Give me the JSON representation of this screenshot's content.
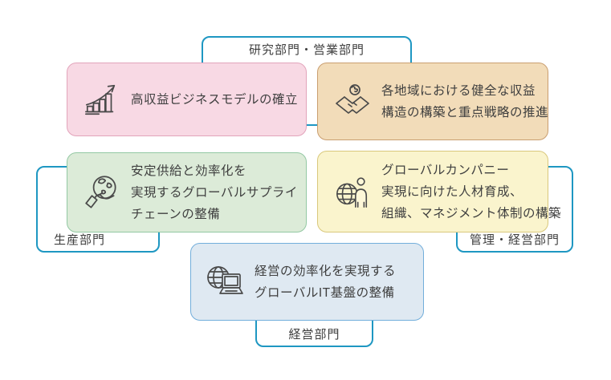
{
  "diagram": {
    "groups": [
      {
        "id": "research-sales",
        "label": "研究部門・営業部門"
      },
      {
        "id": "production",
        "label": "生産部門"
      },
      {
        "id": "admin-management",
        "label": "管理・経営部門"
      },
      {
        "id": "management",
        "label": "経営部門"
      }
    ],
    "cards": [
      {
        "id": "high-profit-model",
        "icon": "growth-chart-icon",
        "lines": [
          "高収益ビジネスモデルの確立"
        ],
        "bg": "#f8d9e4",
        "border": "#e2a4bb"
      },
      {
        "id": "regional-profit",
        "icon": "handshake-globe-icon",
        "lines": [
          "各地域における健全な収益",
          "構造の構築と重点戦略の推進"
        ],
        "bg": "#f2dcb9",
        "border": "#c99e70"
      },
      {
        "id": "supply-chain",
        "icon": "globe-hand-icon",
        "lines": [
          "安定供給と効率化を",
          "実現するグローバルサプライ",
          "チェーンの整備"
        ],
        "bg": "#dcebd8",
        "border": "#93c8a3"
      },
      {
        "id": "global-company",
        "icon": "globe-person-icon",
        "lines": [
          "グローバルカンパニー",
          "実現に向けた人材育成、",
          "組織、マネジメント体制の構築"
        ],
        "bg": "#faf4cd",
        "border": "#d9c87c"
      },
      {
        "id": "global-it",
        "icon": "globe-computer-icon",
        "lines": [
          "経営の効率化を実現する",
          "グローバルIT基盤の整備"
        ],
        "bg": "#dfe9f2",
        "border": "#72aedb"
      }
    ],
    "colors": {
      "bracket_line": "#1e97c2",
      "text": "#3f3f3f",
      "icon_stroke": "#4a4a4a",
      "background": "#ffffff"
    }
  }
}
